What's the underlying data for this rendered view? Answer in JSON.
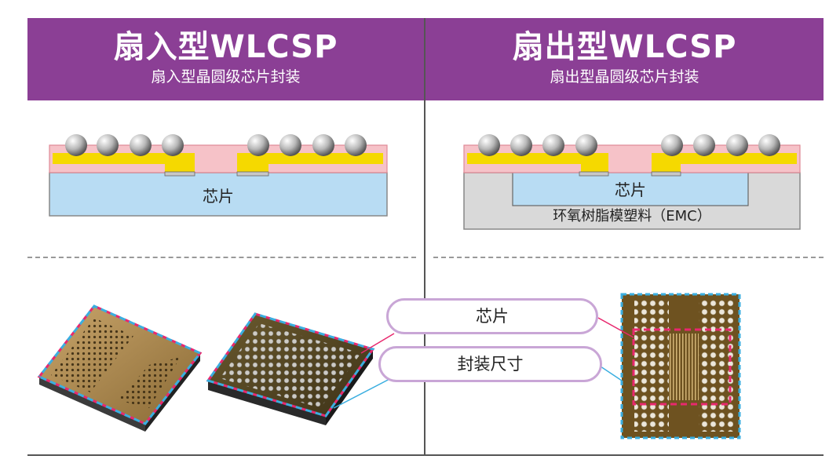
{
  "left": {
    "title": "扇入型WLCSP",
    "subtitle": "扇入型晶圆级芯片封装",
    "chip_label": "芯片"
  },
  "right": {
    "title": "扇出型WLCSP",
    "subtitle": "扇出型晶圆级芯片封装",
    "chip_label": "芯片",
    "emc_label": "环氧树脂模塑料（EMC）"
  },
  "callouts": {
    "chip": "芯片",
    "package_size": "封装尺寸"
  },
  "colors": {
    "header_bg": "#8b3f95",
    "chip_outline": "#e8286e",
    "package_outline": "#3aaee0",
    "callout_border": "#c9a6d6"
  }
}
